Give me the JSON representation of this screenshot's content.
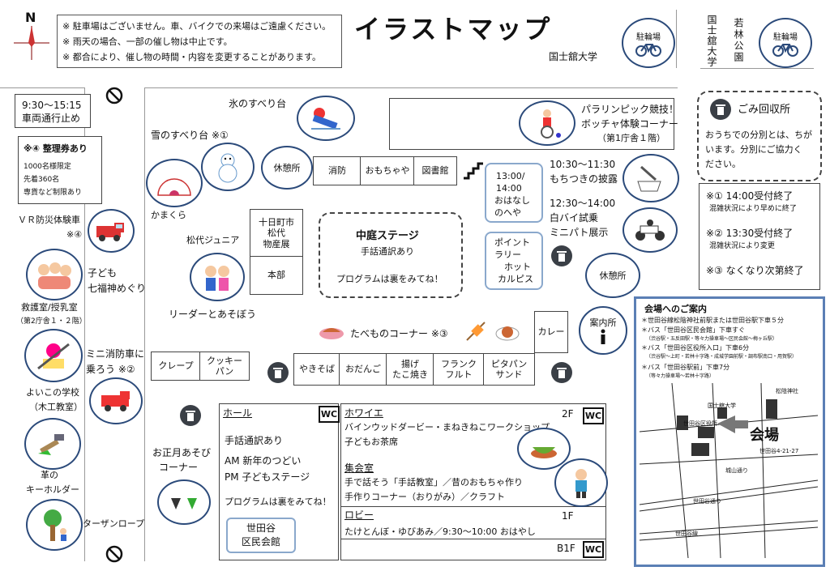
{
  "header": {
    "notices": [
      "※ 駐車場はございません。車、バイクでの来場はご遠慮ください。",
      "※ 雨天の場合、一部の催し物は中止です。",
      "※ 都合により、催し物の時間・内容を変更することがあります。"
    ],
    "compass_label": "N",
    "title": "イラストマップ",
    "subtitle": "国士舘大学",
    "parking1": "駐輪場",
    "vertical1": "国士舘大学",
    "vertical2": "若林公園",
    "parking2": "駐輪場"
  },
  "left": {
    "road_closed_time": "9:30～15:15",
    "road_closed_text": "車両通行止め",
    "ticket_title": "※④ 整理券あり",
    "ticket_lines": [
      "1000名様限定",
      "先着360名",
      "専貨など制限あり"
    ],
    "vr": "ＶＲ防災体験車",
    "vr_note": "※④",
    "kodomo1": "子ども",
    "kodomo2": "七福神めぐり",
    "first_aid": "救護室/授乳室",
    "first_aid_sub": "（第2庁舎１・２階）",
    "fire1": "ミニ消防車に",
    "fire2": "乗ろう ※②",
    "school": "よいこの学校",
    "school_sub": "（木工教室）",
    "leather1": "革の",
    "leather2": "キーホルダー",
    "tarzan": "ターザンロープ"
  },
  "center": {
    "ice_slide": "氷のすべり台",
    "snow_slide": "雪のすべり台 ※①",
    "kamakura": "かまくら",
    "rest1": "休憩所",
    "stalls_top": [
      "消防",
      "おもちゃや",
      "図書館"
    ],
    "tokamachi": "十日町市",
    "matsushiro": "松代",
    "bussan": "物産展",
    "honbu": "本部",
    "junior": "松代ジュニア",
    "leader": "リーダーとあそぼう",
    "stage_title": "中庭ステージ",
    "stage_sub": "手話通訳あり",
    "stage_program": "プログラムは裏をみてね！",
    "ohanashi1": "13:00/",
    "ohanashi2": "14:00",
    "ohanashi3": "おはなし",
    "ohanashi4": "のへや",
    "para1": "パラリンピック競技！",
    "para2": "ボッチャ体験コーナー",
    "para3": "（第1庁舎１階）",
    "mochi_time": "10:30～11:30",
    "mochi": "もちつきの披露",
    "bike_time": "12:30～14:00",
    "bike1": "白バイ試乗",
    "bike2": "ミニパト展示",
    "point": [
      "ポイント",
      "ラリー",
      "ホット",
      "カルピス"
    ],
    "rest2": "休憩所",
    "info": "案内所",
    "food_corner": "たべものコーナー ※③",
    "curry": "カレー",
    "crepe": "クレープ",
    "cookie": "クッキー\nパン",
    "foods": [
      "やきそば",
      "おだんご",
      "揚げ\nたこ焼き",
      "フランク\nフルト",
      "ピタパン\nサンド"
    ],
    "oshogatsu1": "お正月あそび",
    "oshogatsu2": "コーナー"
  },
  "hall": {
    "hall_label": "ホール",
    "hall_lines": [
      "手話通訳あり",
      "AM 新年のつどい",
      "PM 子どもステージ",
      "プログラムは裏をみてね！"
    ],
    "kuminkaikan1": "世田谷",
    "kuminkaikan2": "区民会館",
    "foyer_label": "ホワイエ",
    "floor2": "2F",
    "foyer_lines": [
      "バインウッドダービー・まねきねこワークショップ",
      "子どもお茶席"
    ],
    "shukai_label": "集会室",
    "shukai_lines": [
      "手で話そう「手話教室」／昔のおもちゃ作り",
      "手作りコーナー（おりがみ）／クラフト"
    ],
    "lobby_label": "ロビー",
    "floor1": "1F",
    "lobby_line": "たけとんぼ・ゆびあみ／9:30～10:00 おはやし",
    "floor_b1": "B1F",
    "wc": "WC"
  },
  "right": {
    "garbage_title": "ごみ回収所",
    "garbage_text": [
      "おうちでの分別とは、ちが",
      "います。分別にご協力く",
      "ださい。"
    ],
    "ends": [
      {
        "title": "※① 14:00受付終了",
        "note": "混雑状況により早めに終了"
      },
      {
        "title": "※② 13:30受付終了",
        "note": "混雑状況により変更"
      },
      {
        "title": "※③ なくなり次第終了",
        "note": ""
      }
    ],
    "access_title": "会場へのご案内",
    "access_lines": [
      "＊世田谷線松陰神社前駅または世田谷駅下車５分",
      "＊バス「世田谷区民会館」下車すぐ",
      "（渋谷駅・五反田駅・等々力操車場～区民会館～梅ヶ丘駅）",
      "＊バス「世田谷区役所入口」下車6分",
      "（渋谷駅～上町・若林十字路・成城学園前駅・調布駅南口・用賀駅）",
      "＊バス「世田谷駅前」下車7分",
      "（等々力操車場～若林十字路）"
    ],
    "venue_label": "会場",
    "map_labels": [
      "松陰神社",
      "国士舘大学",
      "世田谷区役所",
      "城山通り",
      "世田谷通り",
      "世田谷線",
      "世田谷4-21-27"
    ]
  }
}
